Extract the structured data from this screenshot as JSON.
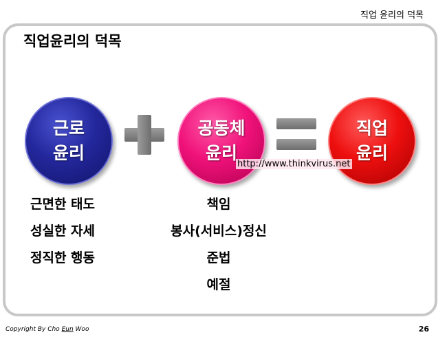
{
  "header": {
    "title": "직업 윤리의 덕목"
  },
  "main_title": "직업윤리의 덕목",
  "circles": [
    {
      "line1": "근로",
      "line2": "윤리",
      "color": "#23279c"
    },
    {
      "line1": "공동체",
      "line2": "윤리",
      "color": "#f0127a"
    },
    {
      "line1": "직업",
      "line2": "윤리",
      "color": "#ee0f0f"
    }
  ],
  "operators": {
    "plus": "plus-icon",
    "equals": "equals-icon"
  },
  "watermark": "http://www.thinkvirus.net",
  "labor_virtues": [
    "근면한 태도",
    "성실한 자세",
    "정직한 행동"
  ],
  "community_virtues": [
    "책임",
    "봉사(서비스)정신",
    "준법",
    "예절"
  ],
  "footer": {
    "copyright_prefix": "Copyright  By Cho ",
    "copyright_name": "Eun",
    "copyright_suffix": " Woo",
    "page_number": "26"
  }
}
